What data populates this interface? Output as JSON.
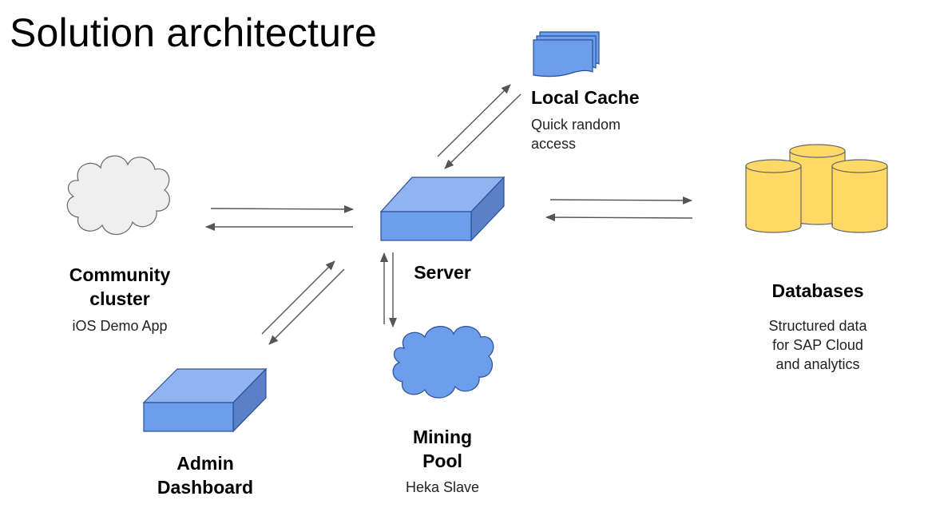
{
  "title": "Solution architecture",
  "nodes": {
    "local_cache": {
      "label": "Local Cache",
      "description": "Quick random\naccess"
    },
    "community_cluster": {
      "label_line1": "Community",
      "label_line2": "cluster",
      "description": "iOS Demo App"
    },
    "server": {
      "label": "Server"
    },
    "databases": {
      "label": "Databases",
      "description_line1": "Structured data",
      "description_line2": "for SAP Cloud",
      "description_line3": "and analytics"
    },
    "admin_dashboard": {
      "label_line1": "Admin",
      "label_line2": "Dashboard"
    },
    "mining_pool": {
      "label_line1": "Mining",
      "label_line2": "Pool",
      "description": "Heka Slave"
    }
  },
  "colors": {
    "box_front": "#6d9eeb",
    "box_top": "#8fb4f0",
    "box_side": "#5a80c8",
    "cloud_gray": "#efefef",
    "cloud_blue": "#6d9eeb",
    "db_fill": "#ffd966",
    "doc_fill": "#6d9eeb",
    "arrow": "#555555"
  }
}
